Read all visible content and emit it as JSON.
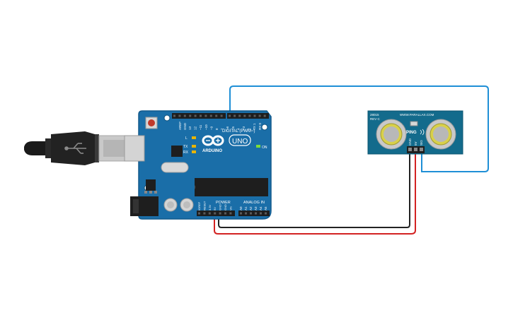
{
  "arduino": {
    "brand": "ARDUINO",
    "model": "UNO",
    "digital_label": "DIGITAL (PWM~)",
    "power_label": "POWER",
    "analog_label": "ANALOG IN",
    "on_label": "ON",
    "led_l": "L",
    "led_tx": "TX",
    "led_rx": "RX",
    "aref": "AREF",
    "gnd": "GND",
    "top_pins": [
      "13",
      "12",
      "~11",
      "~10",
      "~9",
      "8",
      "7",
      "~6",
      "~5",
      "4",
      "~3",
      "2",
      "TX 1",
      "RX 0"
    ],
    "power_pins": [
      "IOREF",
      "RESET",
      "3.3V",
      "5V",
      "GND",
      "GND",
      "Vin"
    ],
    "analog_pins": [
      "A0",
      "A1",
      "A2",
      "A3",
      "A4",
      "A5"
    ]
  },
  "sensor": {
    "part": "28015",
    "rev": "REV C",
    "website": "WWW.PARALLAX.COM",
    "name": "PING",
    "pins": [
      "GND",
      "5V",
      "SIG"
    ]
  },
  "wires": {
    "signal_color": "#1f8fd6",
    "ground_color": "#222222",
    "power_color": "#d32222"
  },
  "colors": {
    "board": "#1a6ea8",
    "board_edge": "#135a8c",
    "sensor": "#136b8c"
  }
}
